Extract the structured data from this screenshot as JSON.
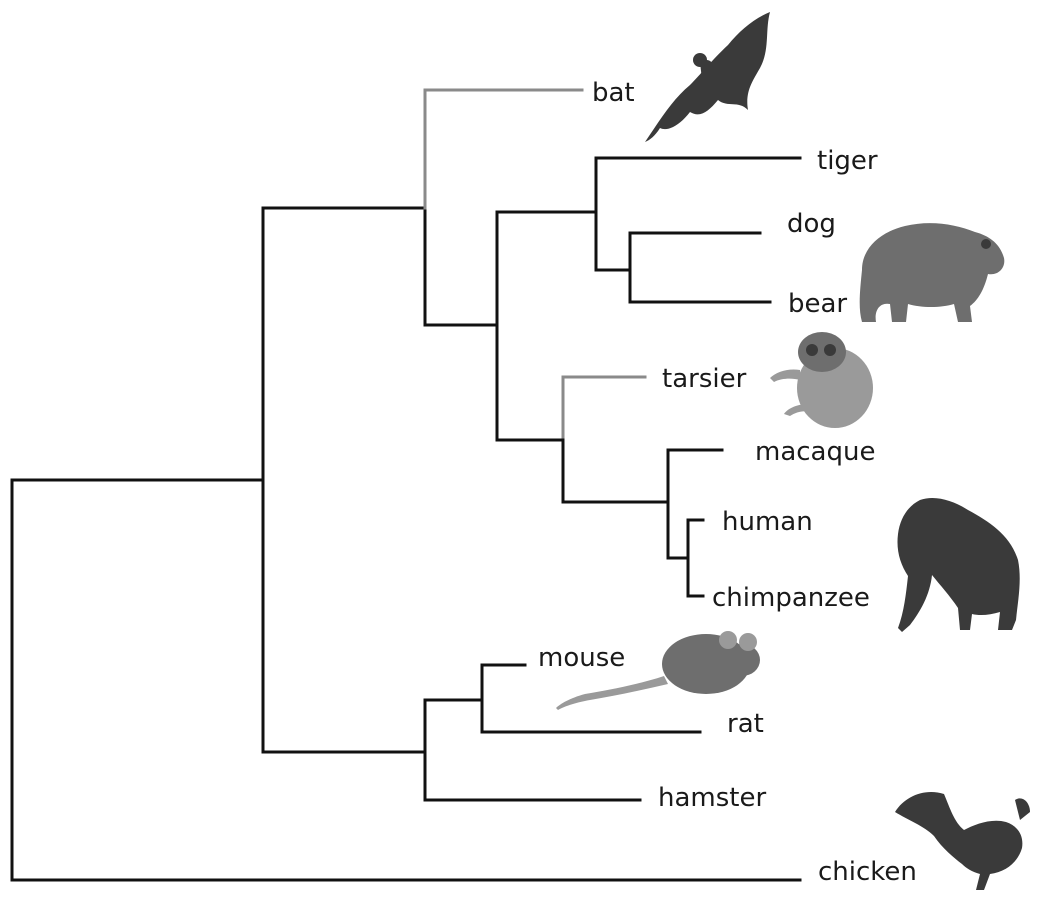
{
  "tree": {
    "taxa": [
      {
        "id": "bat",
        "label": "bat",
        "image": "bat-silhouette"
      },
      {
        "id": "tiger",
        "label": "tiger"
      },
      {
        "id": "dog",
        "label": "dog"
      },
      {
        "id": "bear",
        "label": "bear",
        "image": "bear-silhouette"
      },
      {
        "id": "tarsier",
        "label": "tarsier",
        "image": "tarsier-silhouette"
      },
      {
        "id": "macaque",
        "label": "macaque"
      },
      {
        "id": "human",
        "label": "human"
      },
      {
        "id": "chimpanzee",
        "label": "chimpanzee",
        "image": "chimpanzee-silhouette"
      },
      {
        "id": "mouse",
        "label": "mouse",
        "image": "mouse-silhouette"
      },
      {
        "id": "rat",
        "label": "rat"
      },
      {
        "id": "hamster",
        "label": "hamster"
      },
      {
        "id": "chicken",
        "label": "chicken",
        "image": "rooster-silhouette"
      }
    ],
    "highlighted_branches": [
      "bat",
      "tarsier"
    ],
    "colors": {
      "branch": "#111111",
      "highlight_branch": "#8a8a8a"
    }
  }
}
